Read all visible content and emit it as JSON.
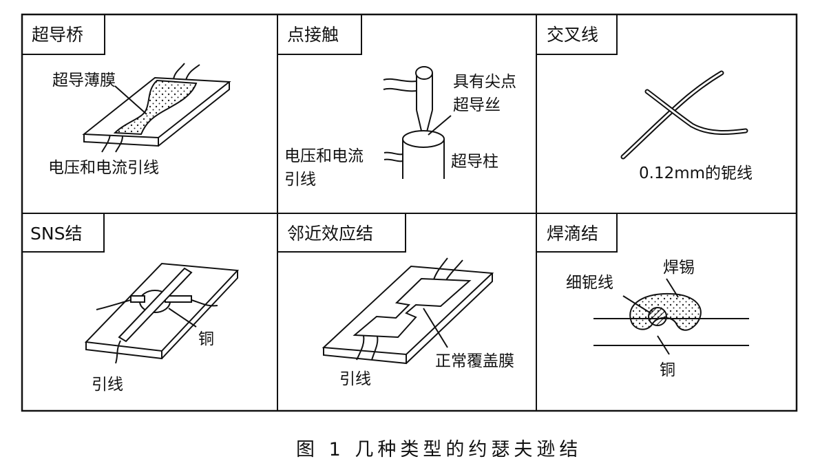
{
  "panels": [
    {
      "title": "超导桥",
      "labels": [
        "超导薄膜",
        "电压和电流引线"
      ]
    },
    {
      "title": "点接触",
      "labels": [
        "具有尖点",
        "超导丝",
        "电压和电流",
        "引线",
        "超导柱"
      ]
    },
    {
      "title": "交叉线",
      "labels": [
        "0.12mm的铌线"
      ]
    },
    {
      "title": "SNS结",
      "labels": [
        "铜",
        "引线"
      ]
    },
    {
      "title": "邻近效应结",
      "labels": [
        "引线",
        "正常覆盖膜"
      ]
    },
    {
      "title": "焊滴结",
      "labels": [
        "细铌线",
        "焊锡",
        "铜"
      ]
    }
  ],
  "caption": "图 1   几种类型的约瑟夫逊结"
}
